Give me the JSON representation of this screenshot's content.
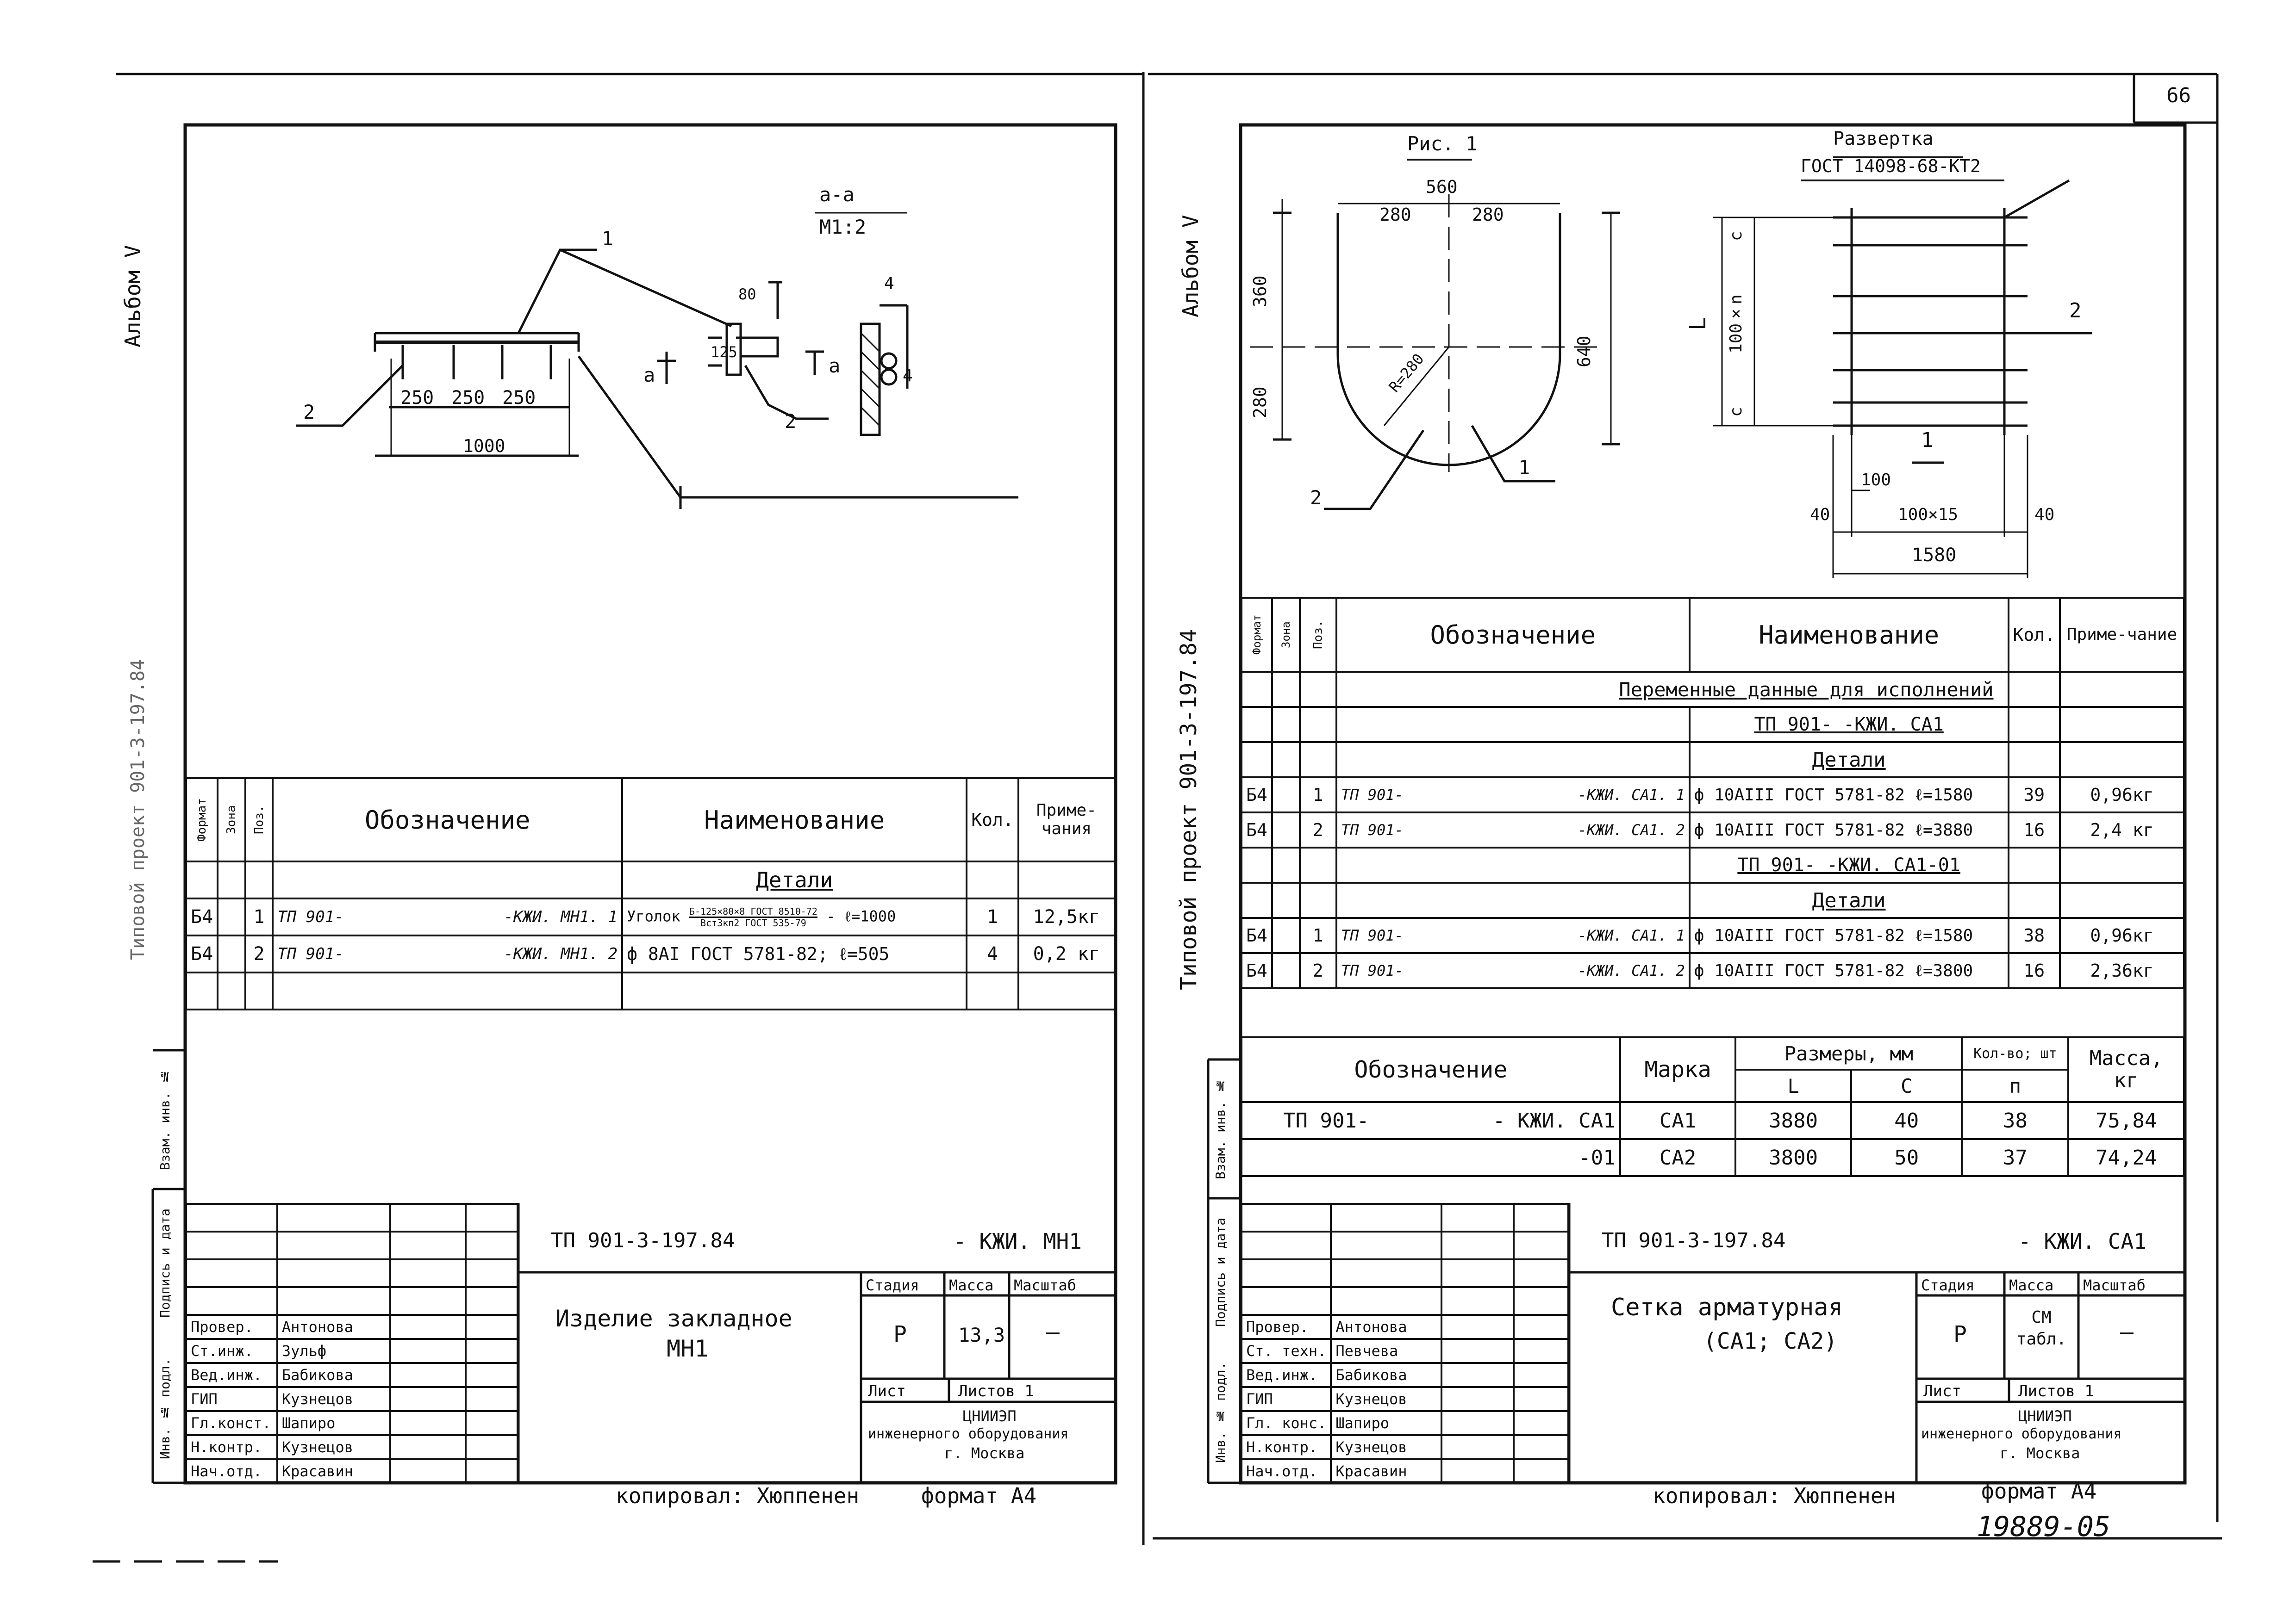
{
  "page_number": "66",
  "footer_copied": "копировал: Хюппенен",
  "footer_format": "формат А4",
  "stamp_number": "19889-05",
  "left": {
    "binding": {
      "album": "Альбом V",
      "project": "Типовой проект 901-3-197.84",
      "inv_zam": "Взам. инв. №",
      "podpis_data": "Подпись и дата",
      "inv_podl": "Инв. № подл."
    },
    "drawing": {
      "section_label": "а-а",
      "section_scale": "М1:2",
      "pos1": "1",
      "pos2a": "2",
      "pos2b": "2",
      "dim_250_1": "250",
      "dim_250_2": "250",
      "dim_250_3": "250",
      "dim_1000": "1000",
      "dim_80": "80",
      "dim_125": "125",
      "dim_4a": "4",
      "dim_4b": "4",
      "cut_a1": "а",
      "cut_a2": "а"
    },
    "spec": {
      "headers": {
        "format": "Формат",
        "zone": "Зона",
        "pos": "Поз.",
        "designation": "Обозначение",
        "name": "Наименование",
        "qty": "Кол.",
        "note": "Приме-чания"
      },
      "group": "Детали",
      "rows": [
        {
          "format": "Б4",
          "pos": "1",
          "desig_a": "ТП 901-",
          "desig_b": "-КЖИ. МН1. 1",
          "name_prefix": "Уголок",
          "frac_top": "Б-125×80×8 ГОСТ 8510-72",
          "frac_bottom": "Вст3кп2 ГОСТ 535-79",
          "name_suffix": "- ℓ=1000",
          "qty": "1",
          "note": "12,5кг"
        },
        {
          "format": "Б4",
          "pos": "2",
          "desig_a": "ТП 901-",
          "desig_b": "-КЖИ. МН1. 2",
          "name": "ф 8АI ГОСТ 5781-82;   ℓ=505",
          "qty": "4",
          "note": "0,2 кг"
        }
      ]
    },
    "title_block": {
      "doc_number": "ТП 901-3-197.84",
      "doc_code": "- КЖИ. МН1",
      "title_line1": "Изделие закладное",
      "title_line2": "МН1",
      "stage_h": "Стадия",
      "mass_h": "Масса",
      "scale_h": "Масштаб",
      "stage": "Р",
      "mass": "13,3",
      "scale": "—",
      "sheet": "Лист",
      "sheets": "Листов 1",
      "org1": "ЦНИИЭП",
      "org2": "инженерного оборудования",
      "org3": "г. Москва",
      "signers": [
        {
          "role": "Провер.",
          "name": "Антонова"
        },
        {
          "role": "Ст.инж.",
          "name": "Зульф"
        },
        {
          "role": "Вед.инж.",
          "name": "Бабикова"
        },
        {
          "role": "ГИП",
          "name": "Кузнецов"
        },
        {
          "role": "Гл.конст.",
          "name": "Шапиро"
        },
        {
          "role": "Н.контр.",
          "name": "Кузнецов"
        },
        {
          "role": "Нач.отд.",
          "name": "Красавин"
        }
      ]
    }
  },
  "right": {
    "binding": {
      "album": "Альбом V",
      "project": "Типовой проект 901-3-197.84",
      "inv_zam": "Взам. инв. №",
      "podpis_data": "Подпись и дата",
      "inv_podl": "Инв. № подл."
    },
    "drawing": {
      "fig_label": "Рис. 1",
      "fig_560": "560",
      "fig_280a": "280",
      "fig_280b": "280",
      "fig_360": "360",
      "fig_280c": "280",
      "fig_640": "640",
      "fig_r280": "R=280",
      "fig_pos1": "1",
      "fig_pos2": "2",
      "unfold_label": "Развертка",
      "unfold_std": "ГОСТ 14098-68-КТ2",
      "u_L": "L",
      "u_100n": "100×n",
      "u_c1": "с",
      "u_c2": "с",
      "u_pos2": "2",
      "u_pos1": "1",
      "u_100": "100",
      "u_40a": "40",
      "u_100x15": "100×15",
      "u_40b": "40",
      "u_1580": "1580"
    },
    "spec": {
      "headers": {
        "format": "Формат",
        "zone": "Зона",
        "pos": "Поз.",
        "designation": "Обозначение",
        "name": "Наименование",
        "qty": "Кол.",
        "note": "Приме-чание"
      },
      "variable_data": "Переменные данные для исполнений",
      "exec1": "ТП 901-          -КЖИ. СА1",
      "group1": "Детали",
      "rows1": [
        {
          "format": "Б4",
          "pos": "1",
          "desig_a": "ТП 901-",
          "desig_b": "-КЖИ. СА1. 1",
          "name": "ф 10АIII ГОСТ 5781-82  ℓ=1580",
          "qty": "39",
          "note": "0,96кг"
        },
        {
          "format": "Б4",
          "pos": "2",
          "desig_a": "ТП 901-",
          "desig_b": "-КЖИ. СА1. 2",
          "name": "ф 10АIII  ГОСТ 5781-82  ℓ=3880",
          "qty": "16",
          "note": "2,4 кг"
        }
      ],
      "exec2": "ТП 901-          -КЖИ. СА1-01",
      "group2": "Детали",
      "rows2": [
        {
          "format": "Б4",
          "pos": "1",
          "desig_a": "ТП 901-",
          "desig_b": "-КЖИ. СА1. 1",
          "name": "ф 10АIII  ГОСТ 5781-82  ℓ=1580",
          "qty": "38",
          "note": "0,96кг"
        },
        {
          "format": "Б4",
          "pos": "2",
          "desig_a": "ТП 901-",
          "desig_b": "-КЖИ. СА1. 2",
          "name": "ф 10АIII  ГОСТ 5781-82  ℓ=3800",
          "qty": "16",
          "note": "2,36кг"
        }
      ]
    },
    "marks": {
      "h_designation": "Обозначение",
      "h_mark": "Марка",
      "h_sizes": "Размеры, мм",
      "h_L": "L",
      "h_C": "С",
      "h_count": "Кол-во; шт",
      "h_n": "п",
      "h_mass": "Масса, кг",
      "rows": [
        {
          "desig_a": "ТП 901-",
          "desig_b": "- КЖИ. СА1",
          "mark": "СА1",
          "L": "3880",
          "C": "40",
          "n": "38",
          "mass": "75,84"
        },
        {
          "desig_a": "",
          "desig_b": "-01",
          "mark": "СА2",
          "L": "3800",
          "C": "50",
          "n": "37",
          "mass": "74,24"
        }
      ]
    },
    "title_block": {
      "doc_number": "ТП 901-3-197.84",
      "doc_code": "- КЖИ. СА1",
      "title_line1": "Сетка арматурная",
      "title_line2": "(СА1; СА2)",
      "stage_h": "Стадия",
      "mass_h": "Масса",
      "scale_h": "Масштаб",
      "stage": "Р",
      "mass": "СМ табл.",
      "scale": "—",
      "sheet": "Лист",
      "sheets": "Листов 1",
      "org1": "ЦНИИЭП",
      "org2": "инженерного оборудования",
      "org3": "г. Москва",
      "signers": [
        {
          "role": "Провер.",
          "name": "Антонова"
        },
        {
          "role": "Ст. техн.",
          "name": "Певчева"
        },
        {
          "role": "Вед.инж.",
          "name": "Бабикова"
        },
        {
          "role": "ГИП",
          "name": "Кузнецов"
        },
        {
          "role": "Гл. конс.",
          "name": "Шапиро"
        },
        {
          "role": "Н.контр.",
          "name": "Кузнецов"
        },
        {
          "role": "Нач.отд.",
          "name": "Красавин"
        }
      ]
    }
  }
}
